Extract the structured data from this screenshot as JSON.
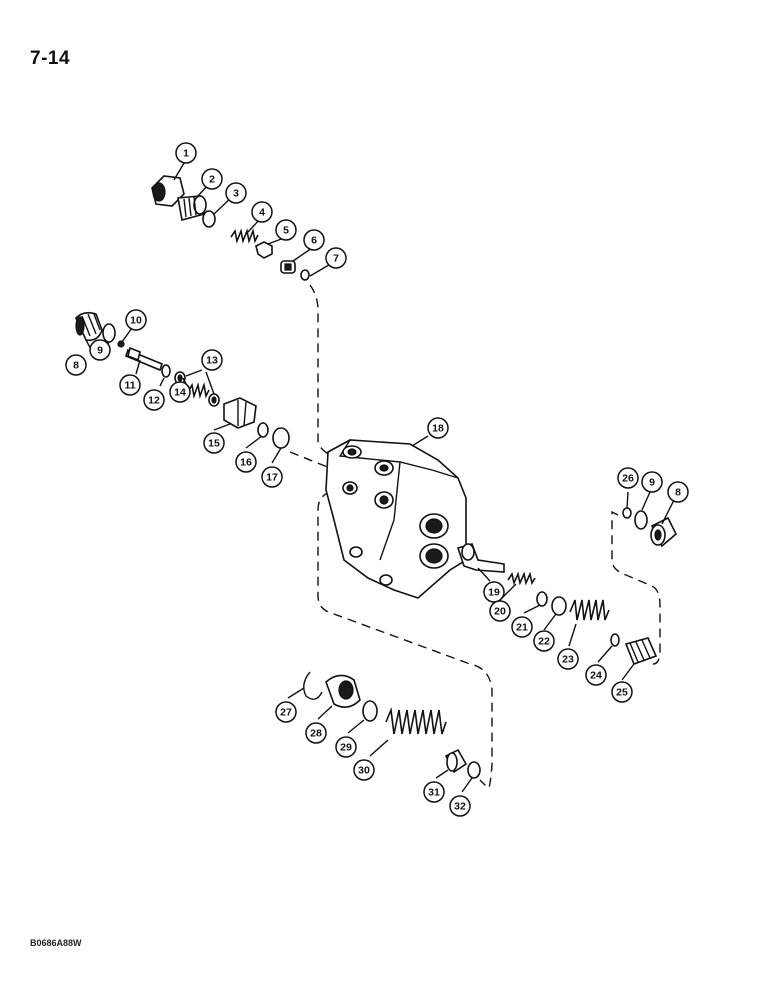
{
  "page": {
    "number": "7-14",
    "drawing_code": "B0686A88W"
  },
  "callouts": [
    {
      "id": "c1",
      "label": "1"
    },
    {
      "id": "c2",
      "label": "2"
    },
    {
      "id": "c3",
      "label": "3"
    },
    {
      "id": "c4",
      "label": "4"
    },
    {
      "id": "c5",
      "label": "5"
    },
    {
      "id": "c6",
      "label": "6"
    },
    {
      "id": "c7",
      "label": "7"
    },
    {
      "id": "c8a",
      "label": "8"
    },
    {
      "id": "c9a",
      "label": "9"
    },
    {
      "id": "c10",
      "label": "10"
    },
    {
      "id": "c11",
      "label": "11"
    },
    {
      "id": "c12",
      "label": "12"
    },
    {
      "id": "c13",
      "label": "13"
    },
    {
      "id": "c14",
      "label": "14"
    },
    {
      "id": "c15",
      "label": "15"
    },
    {
      "id": "c16",
      "label": "16"
    },
    {
      "id": "c17",
      "label": "17"
    },
    {
      "id": "c18",
      "label": "18"
    },
    {
      "id": "c19",
      "label": "19"
    },
    {
      "id": "c20",
      "label": "20"
    },
    {
      "id": "c21",
      "label": "21"
    },
    {
      "id": "c22",
      "label": "22"
    },
    {
      "id": "c23",
      "label": "23"
    },
    {
      "id": "c24",
      "label": "24"
    },
    {
      "id": "c25",
      "label": "25"
    },
    {
      "id": "c26",
      "label": "26"
    },
    {
      "id": "c9b",
      "label": "9"
    },
    {
      "id": "c8b",
      "label": "8"
    },
    {
      "id": "c27",
      "label": "27"
    },
    {
      "id": "c28",
      "label": "28"
    },
    {
      "id": "c29",
      "label": "29"
    },
    {
      "id": "c30",
      "label": "30"
    },
    {
      "id": "c31",
      "label": "31"
    },
    {
      "id": "c32",
      "label": "32"
    }
  ]
}
